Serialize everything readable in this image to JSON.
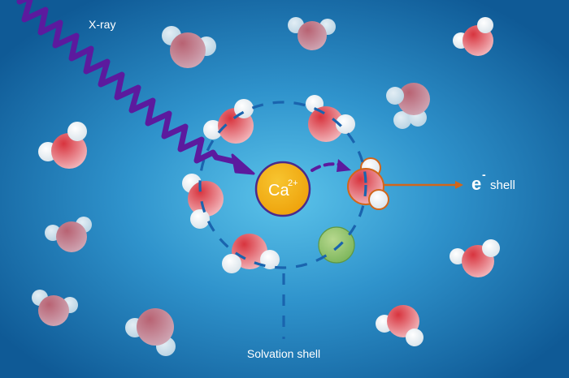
{
  "title": "X-ray ionization of a Ca2+ solvation shell",
  "colors": {
    "background_center": "#5bc3ea",
    "background_edge": "#0f5a96",
    "xray": "#5c1a9e",
    "calcium_fill": "#f5b20f",
    "calcium_stroke": "#4a2a8c",
    "oxygen": "#d9434c",
    "hydrogen": "#e8eef2",
    "shell_dash": "#1a64ae",
    "electron_arrow": "#d2661a",
    "ion_green": "#8fc26a"
  },
  "labels": {
    "xray": "X-ray",
    "calcium": "Ca",
    "calcium_charge": "2+",
    "electron": "e",
    "electron_sup": "-",
    "electron_shell": "shell",
    "solvation_shell": "Solvation shell"
  }
}
